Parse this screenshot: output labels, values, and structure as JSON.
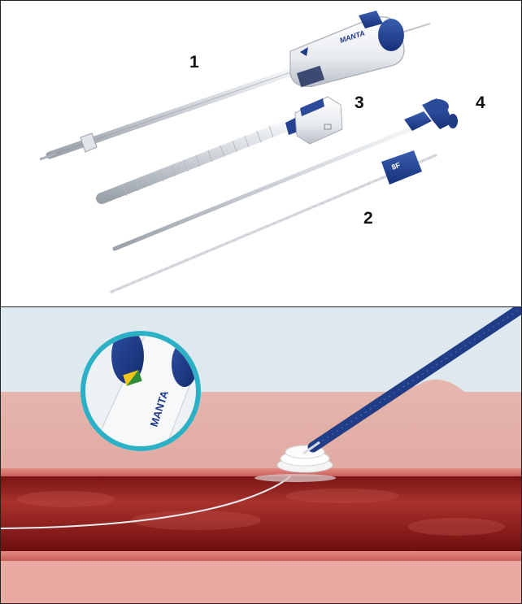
{
  "top_panel": {
    "device_brand_text": "MANTA",
    "sheath_size_text": "8F",
    "callouts": [
      "1",
      "2",
      "3",
      "4"
    ]
  },
  "bottom_panel": {
    "magnified_brand_text": "MANTA"
  }
}
